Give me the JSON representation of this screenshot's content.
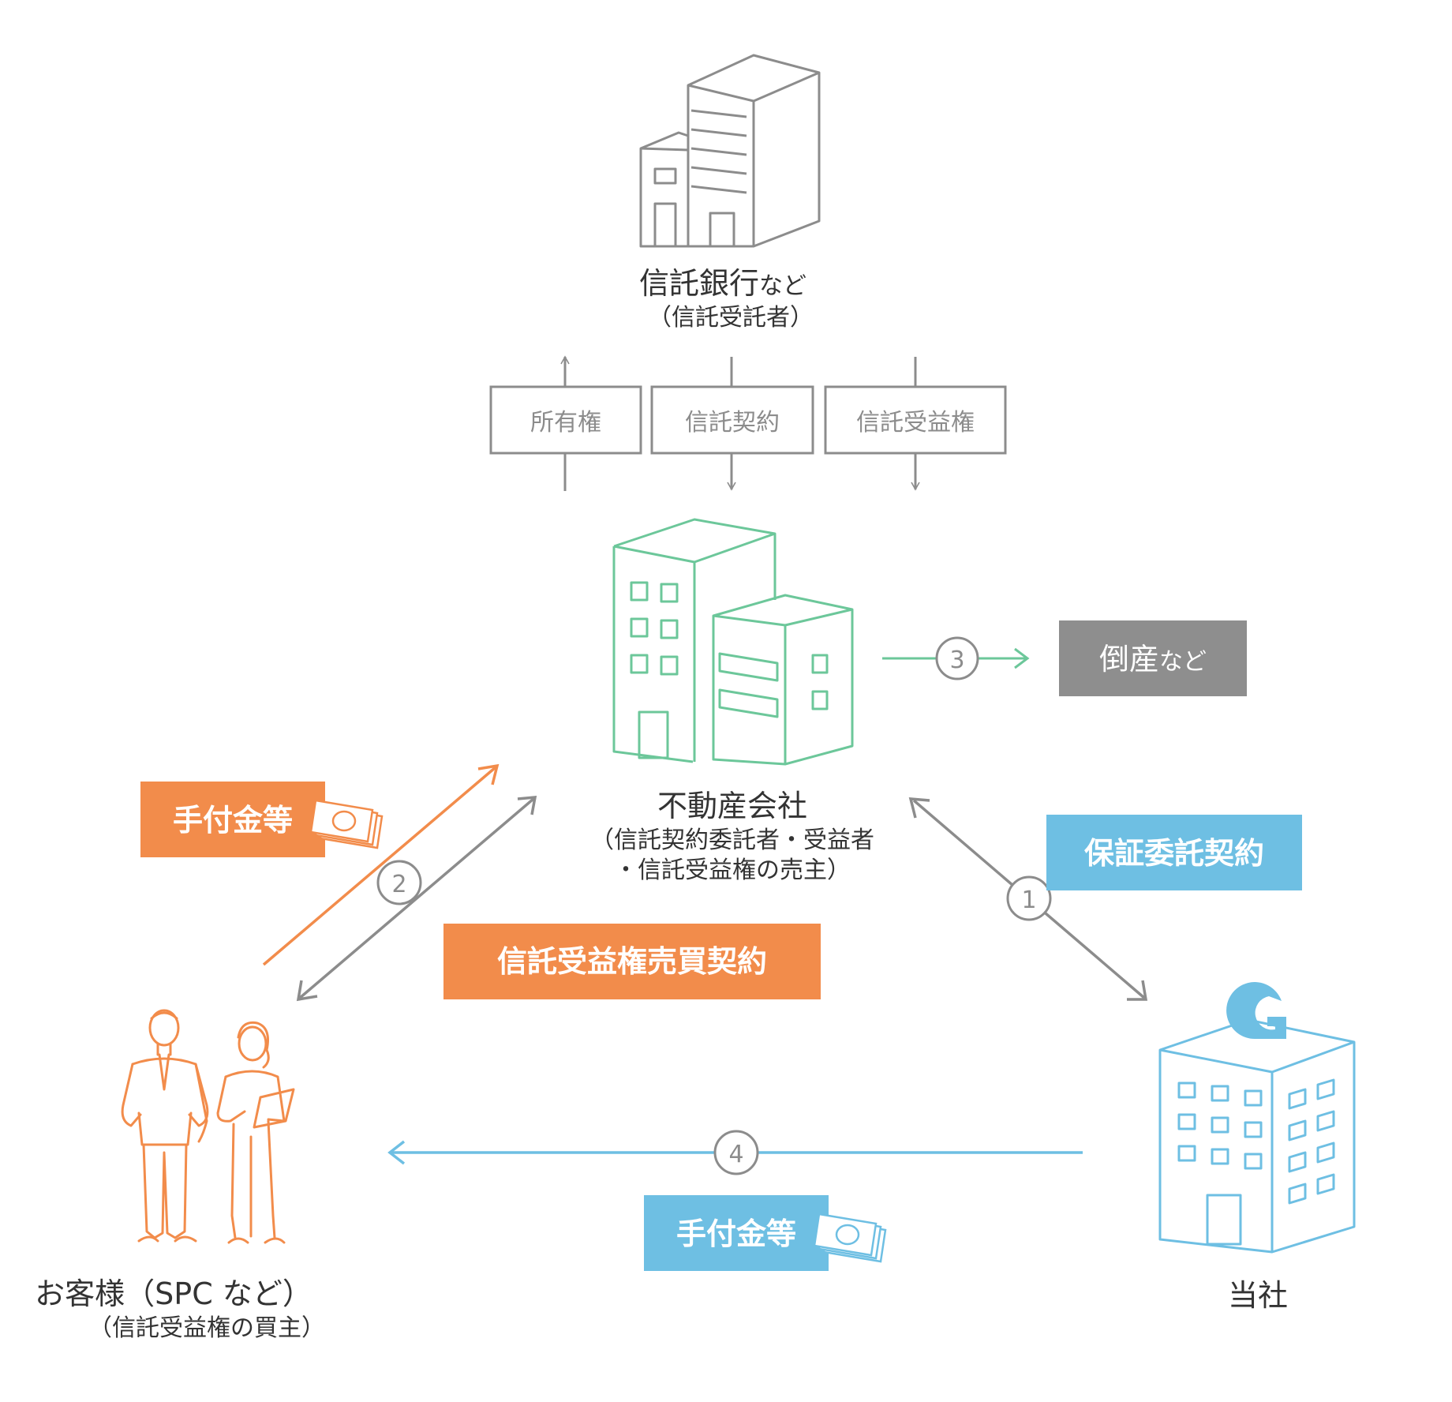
{
  "trust_bank": {
    "name": "信託銀行",
    "suffix": "など",
    "role": "（信託受託者）"
  },
  "trust_boxes": [
    {
      "label": "所有権"
    },
    {
      "label": "信託契約"
    },
    {
      "label": "信託受益権"
    }
  ],
  "real_estate_company": {
    "name": "不動産会社",
    "role_line1": "（信託契約委託者・受益者",
    "role_line2": "・信託受益権の売主）"
  },
  "bankruptcy": {
    "label": "倒産",
    "suffix": "など"
  },
  "customer": {
    "name": "お客様（SPC など）",
    "role": "（信託受益権の買主）"
  },
  "our_company": {
    "name": "当社"
  },
  "tags": {
    "deposit_top": "手付金等",
    "sale_contract": "信託受益権売買契約",
    "guarantee_contract": "保証委託契約",
    "deposit_bottom": "手付金等"
  },
  "steps": {
    "s1": "1",
    "s2": "2",
    "s3": "3",
    "s4": "4"
  },
  "colors": {
    "gray": "#8c8c8c",
    "green": "#6cc79a",
    "orange": "#f28c4b",
    "blue": "#6ebfe3",
    "text": "#333333",
    "dark_gray_box": "#8e8e8e"
  },
  "icons": {
    "trust_bank": "building-gray-icon",
    "real_estate": "building-green-icon",
    "our_company": "building-blue-g-icon",
    "customer": "business-people-icon",
    "money": "banknote-stack-icon"
  }
}
